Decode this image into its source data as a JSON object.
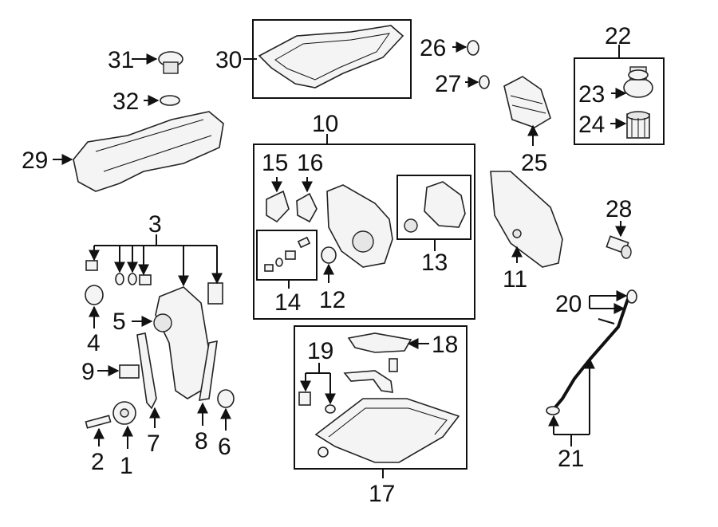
{
  "callouts": {
    "n1": "1",
    "n2": "2",
    "n3": "3",
    "n4": "4",
    "n5": "5",
    "n6": "6",
    "n7": "7",
    "n8": "8",
    "n9": "9",
    "n10": "10",
    "n11": "11",
    "n12": "12",
    "n13": "13",
    "n14": "14",
    "n15": "15",
    "n16": "16",
    "n17": "17",
    "n18": "18",
    "n19": "19",
    "n20": "20",
    "n21": "21",
    "n22": "22",
    "n23": "23",
    "n24": "24",
    "n25": "25",
    "n26": "26",
    "n27": "27",
    "n28": "28",
    "n29": "29",
    "n30": "30",
    "n31": "31",
    "n32": "32"
  },
  "colors": {
    "ink": "#111111",
    "part_fill": "#f4f4f4",
    "background": "#ffffff"
  }
}
